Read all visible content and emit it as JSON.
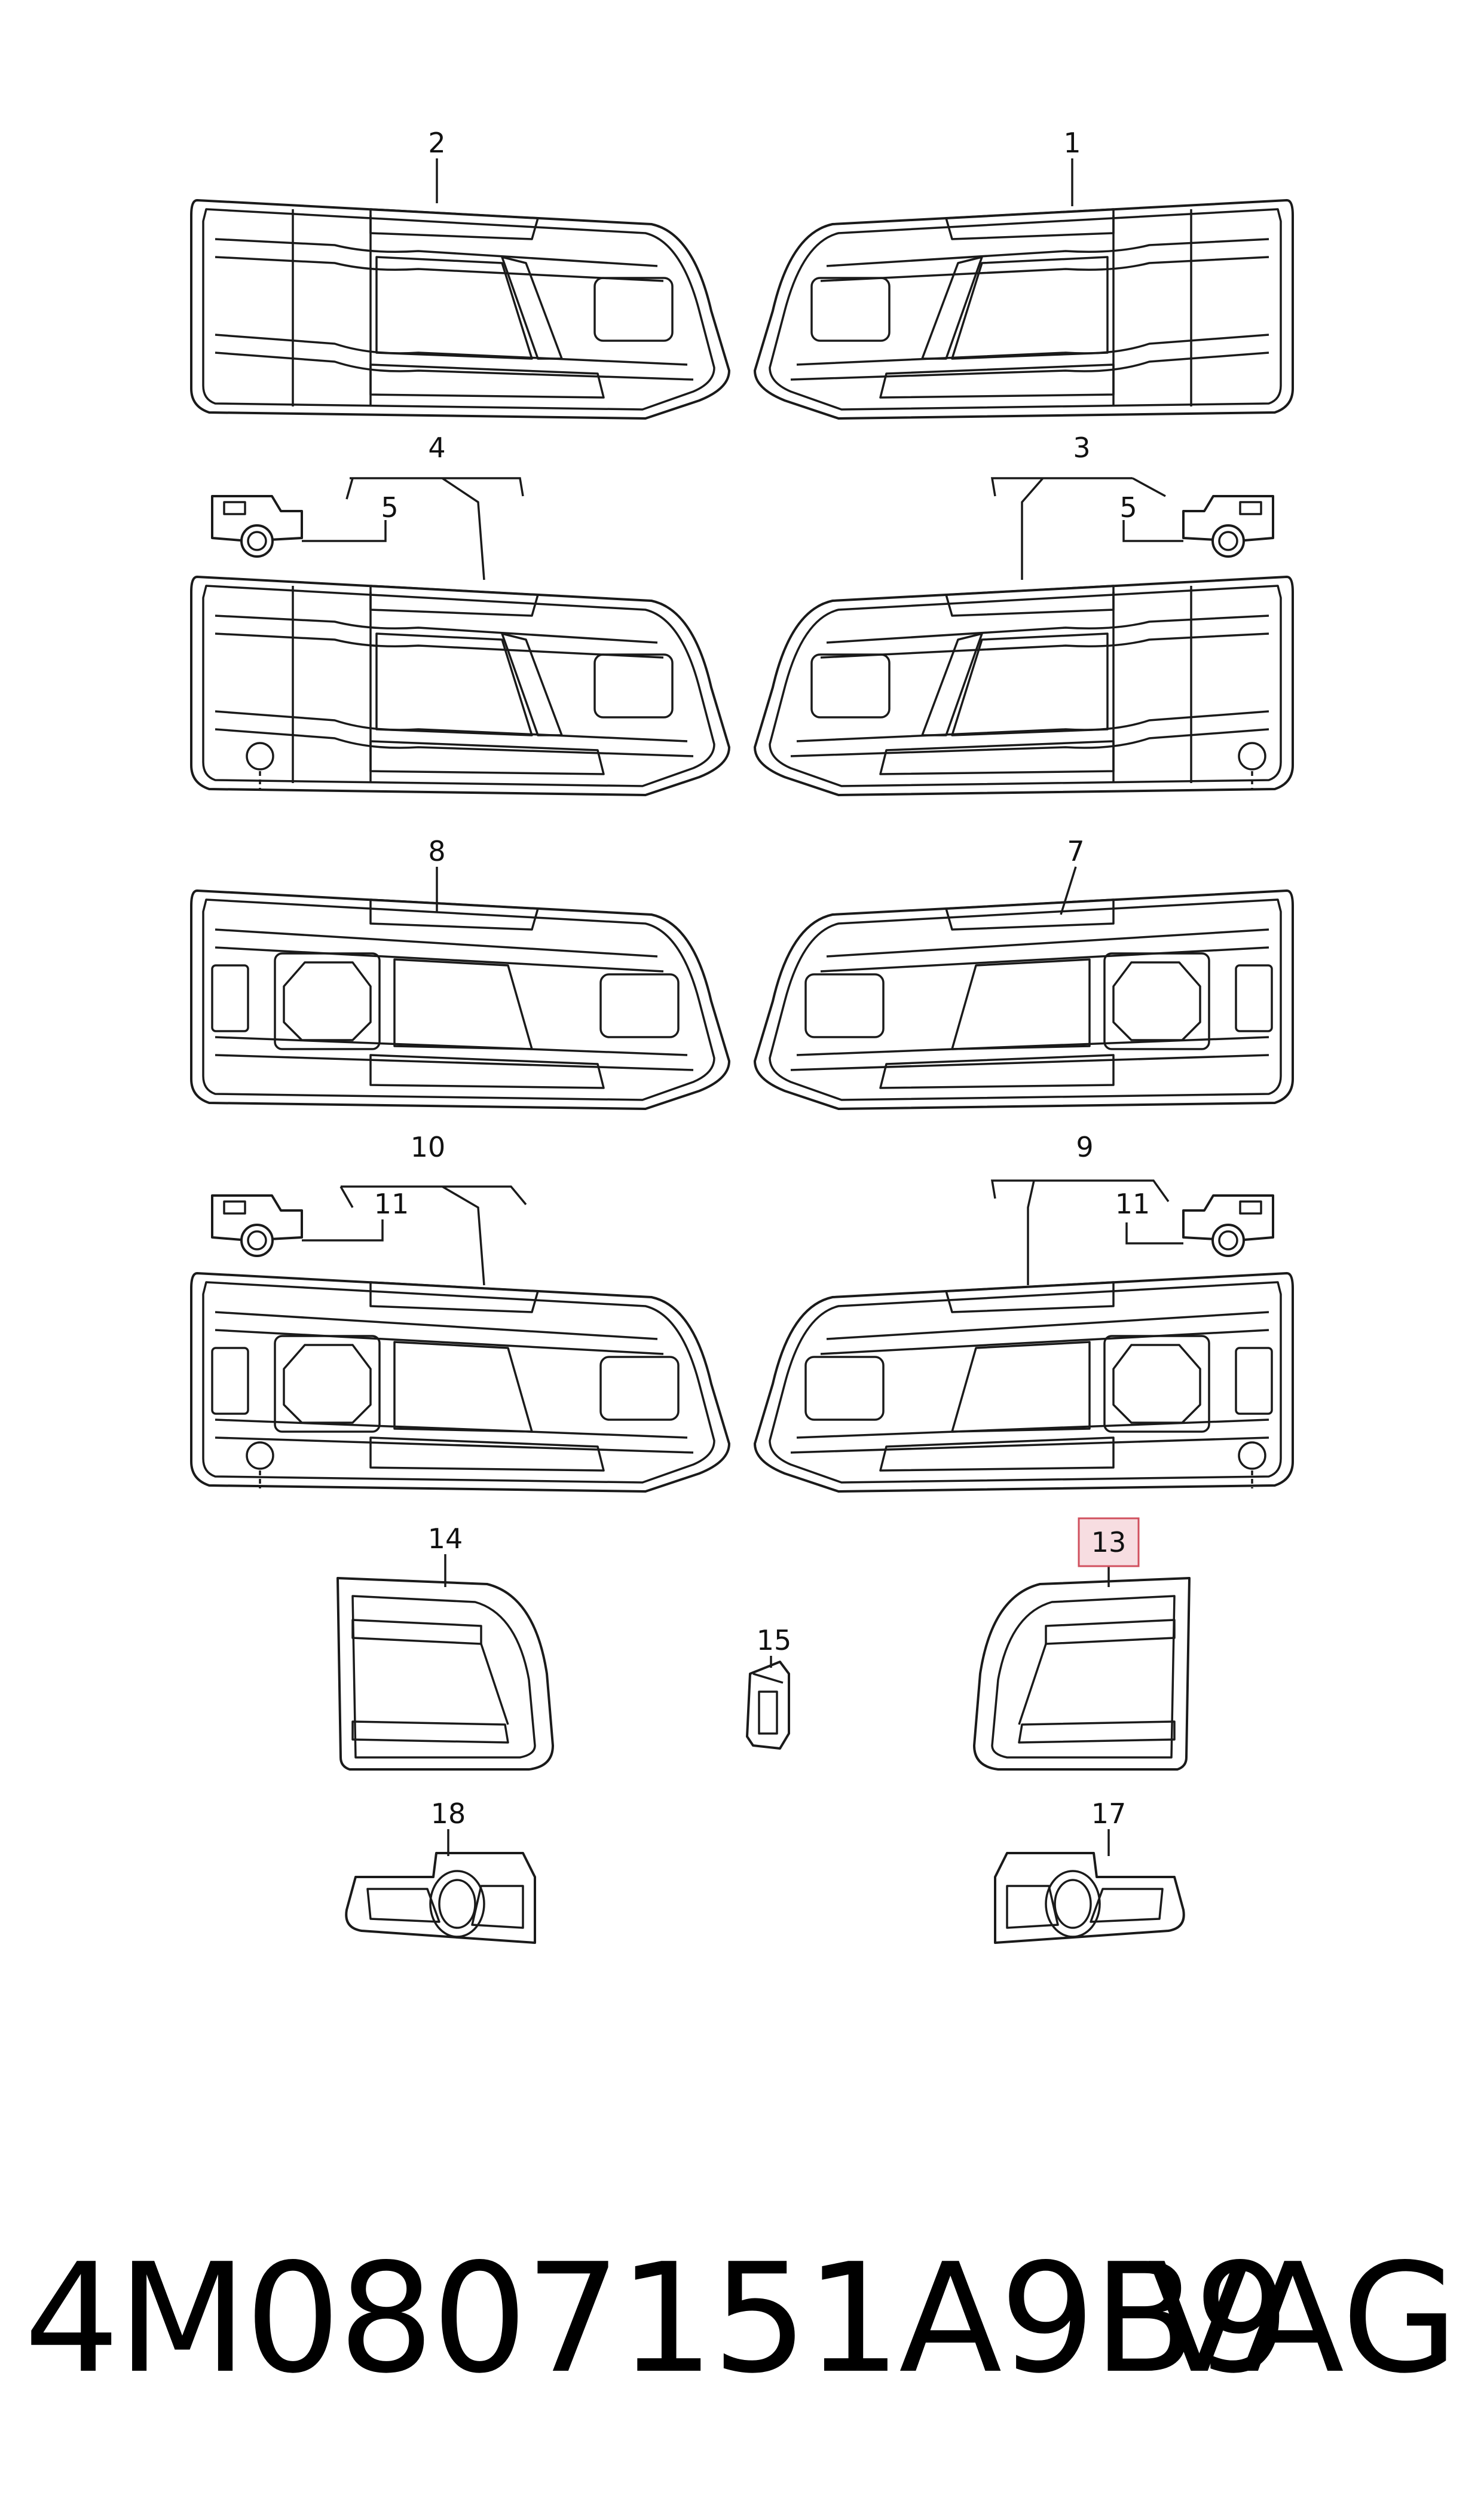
{
  "diagram": {
    "callouts": {
      "c1": "1",
      "c2": "2",
      "c3": "3",
      "c4": "4",
      "c5a": "5",
      "c5b": "5",
      "c7": "7",
      "c8": "8",
      "c9": "9",
      "c10": "10",
      "c11a": "11",
      "c11b": "11",
      "c13": "13",
      "c14": "14",
      "c15": "15",
      "c17": "17",
      "c18": "18"
    },
    "highlighted_callout": "13",
    "colors": {
      "highlight_fill": "#f7dde1",
      "highlight_stroke": "#d0505e",
      "line": "#1a1a1a"
    }
  },
  "footer": {
    "part_number": "4M0807151A9B9",
    "brand": "VAG"
  }
}
